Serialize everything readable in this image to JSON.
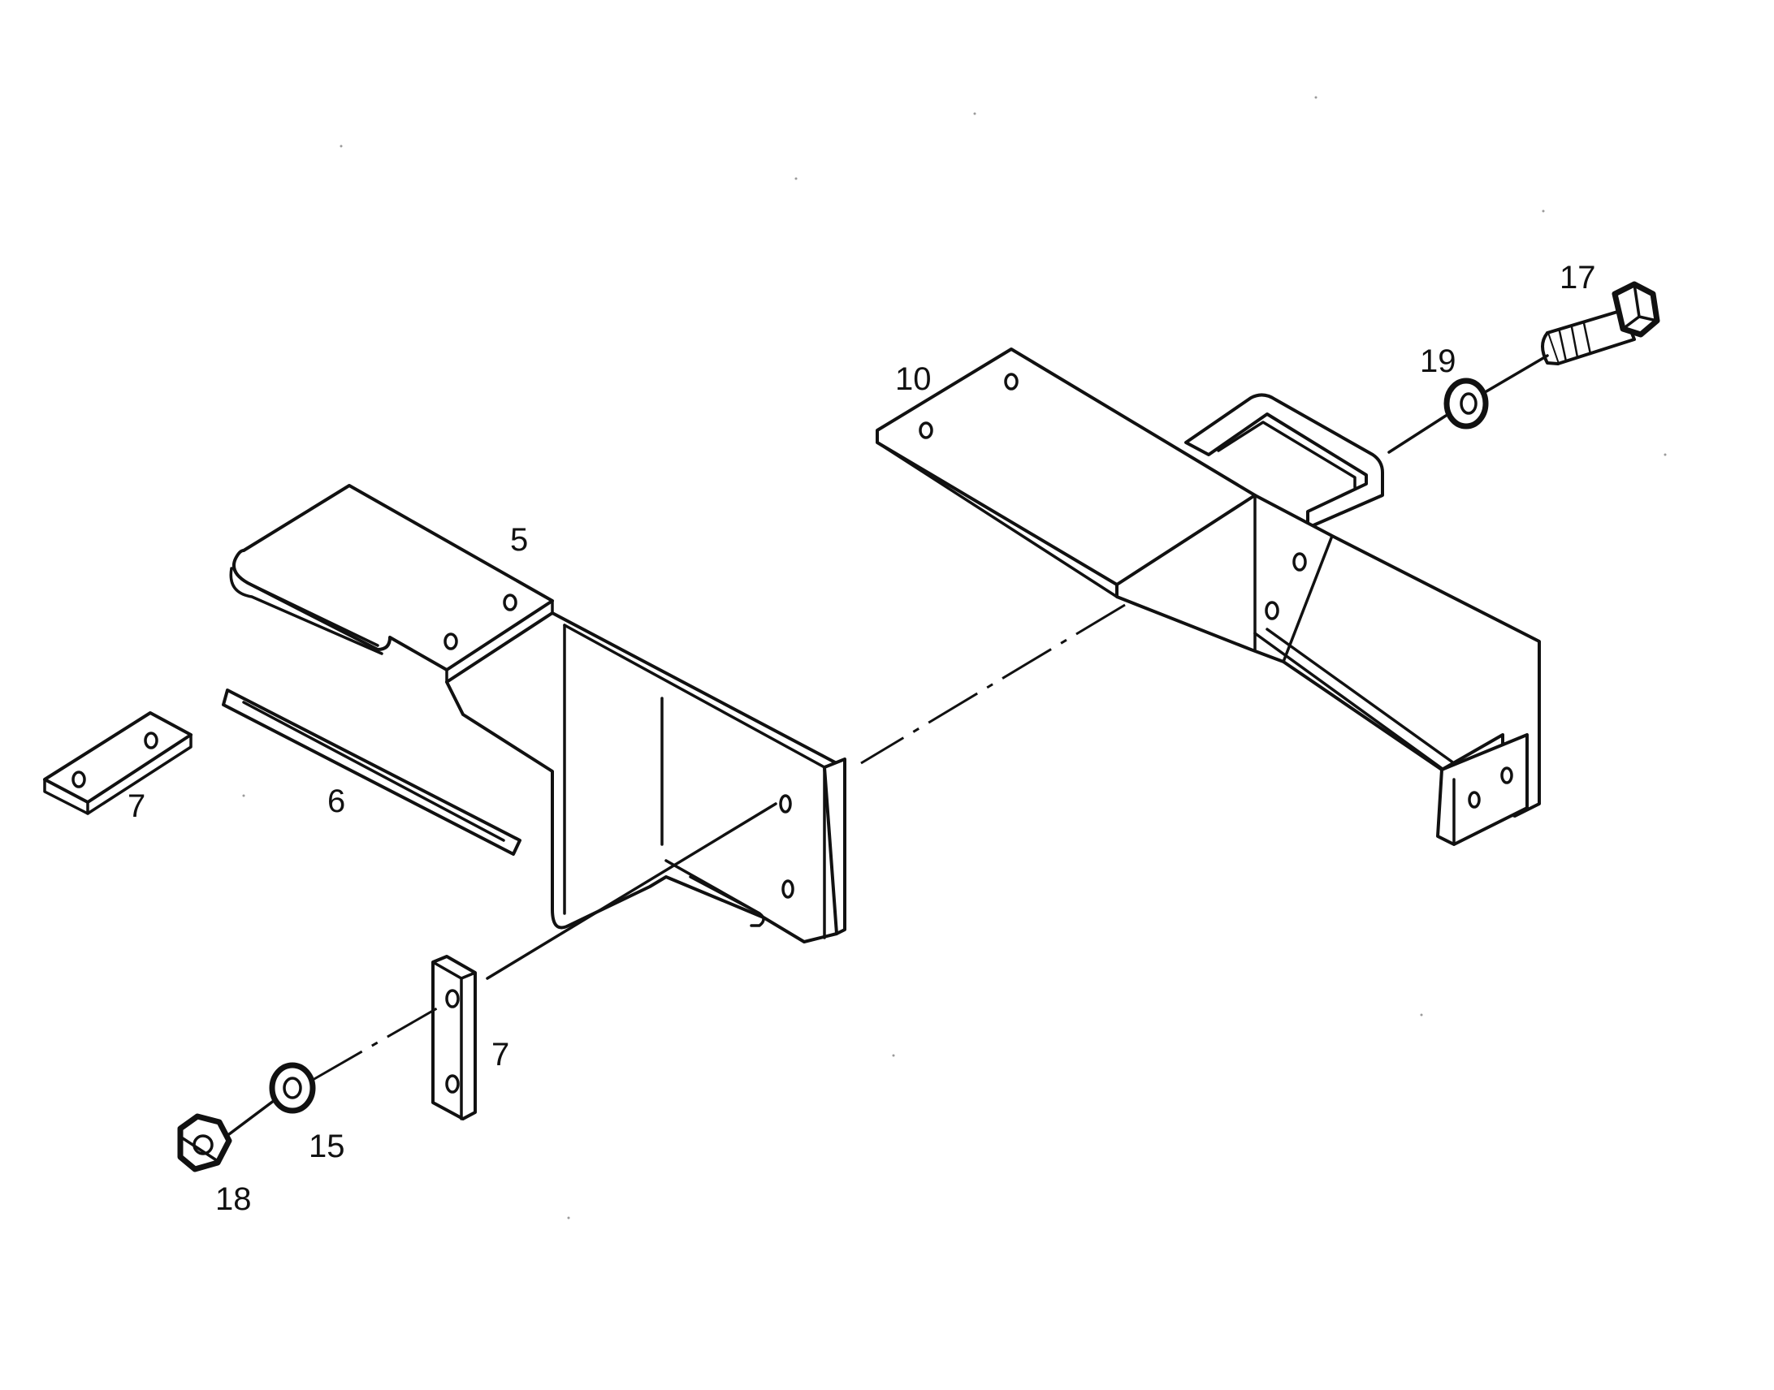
{
  "parts": [
    {
      "id": "part-5",
      "label": "5"
    },
    {
      "id": "part-6",
      "label": "6"
    },
    {
      "id": "part-7a",
      "label": "7"
    },
    {
      "id": "part-7b",
      "label": "7"
    },
    {
      "id": "part-10",
      "label": "10"
    },
    {
      "id": "part-15",
      "label": "15"
    },
    {
      "id": "part-17",
      "label": "17"
    },
    {
      "id": "part-18",
      "label": "18"
    },
    {
      "id": "part-19",
      "label": "19"
    }
  ]
}
